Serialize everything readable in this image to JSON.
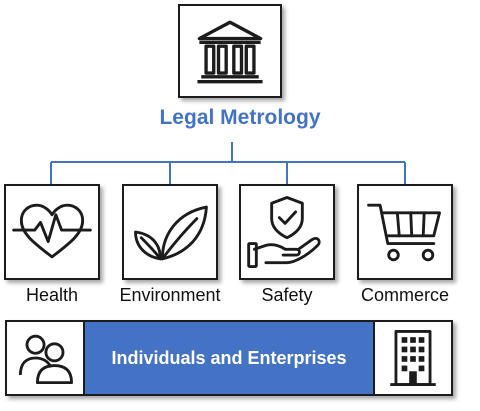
{
  "title": "Legal Metrology",
  "categories": [
    {
      "label": "Health",
      "icon": "heart-pulse-icon"
    },
    {
      "label": "Environment",
      "icon": "leaf-icon"
    },
    {
      "label": "Safety",
      "icon": "shield-hand-icon"
    },
    {
      "label": "Commerce",
      "icon": "shopping-cart-icon"
    }
  ],
  "banner": {
    "label": "Individuals and Enterprises",
    "left_icon": "people-icon",
    "right_icon": "building-icon"
  },
  "top_icon": "institution-building-icon",
  "colors": {
    "accent": "#4472C4",
    "connector": "#4472C4",
    "stroke": "#1c1c1c"
  }
}
